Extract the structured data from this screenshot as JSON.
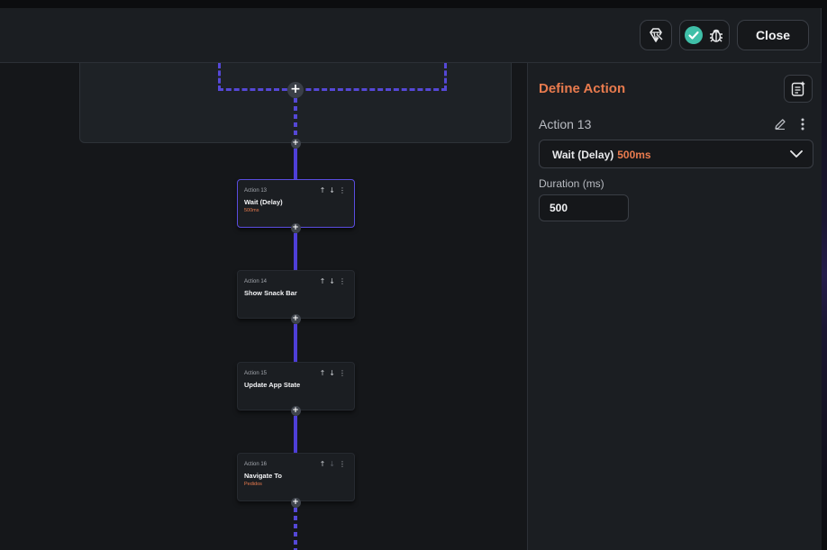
{
  "header": {
    "close_label": "Close",
    "icons": [
      "gem-icon",
      "check-circle-icon",
      "bug-icon"
    ]
  },
  "canvas": {
    "cards": [
      {
        "caption": "Action 13",
        "name": "Wait (Delay)",
        "sub": "500ms",
        "selected": true
      },
      {
        "caption": "Action 14",
        "name": "Show Snack Bar",
        "sub": ""
      },
      {
        "caption": "Action 15",
        "name": "Update App State",
        "sub": ""
      },
      {
        "caption": "Action 16",
        "name": "Navigate To",
        "sub": "Pedidos"
      }
    ],
    "plus_symbol": "+"
  },
  "panel": {
    "title": "Define Action",
    "action_name": "Action 13",
    "select": {
      "label": "Wait (Delay)",
      "value": "500ms"
    },
    "duration": {
      "label": "Duration (ms)",
      "value": "500"
    }
  },
  "colors": {
    "accent_orange": "#e97b4e",
    "flow_purple": "#4e3fd8",
    "success_teal": "#3fbfa8"
  }
}
